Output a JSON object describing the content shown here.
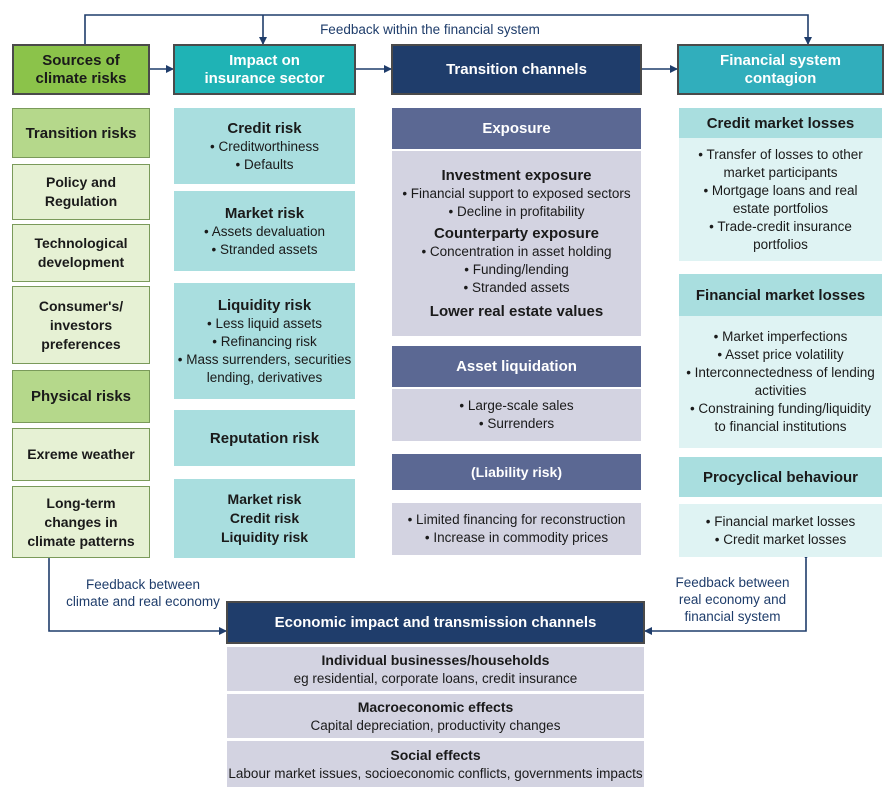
{
  "feedback": {
    "top": "Feedback within the financial system",
    "left": [
      "Feedback between",
      "climate and real economy"
    ],
    "right": [
      "Feedback between",
      "real economy and",
      "financial system"
    ]
  },
  "sources": {
    "header": [
      "Sources of",
      "climate risks"
    ],
    "transition_title": "Transition risks",
    "transition_items": [
      [
        "Policy and",
        "Regulation"
      ],
      [
        "Technological",
        "development"
      ],
      [
        "Consumer's/",
        "investors",
        "preferences"
      ]
    ],
    "physical_title": "Physical risks",
    "physical_items": [
      [
        "Exreme weather"
      ],
      [
        "Long-term",
        "changes in",
        "climate patterns"
      ]
    ]
  },
  "insurance": {
    "header": [
      "Impact on",
      "insurance sector"
    ],
    "credit": {
      "title": "Credit risk",
      "items": [
        "• Creditworthiness",
        "• Defaults"
      ]
    },
    "market": {
      "title": "Market risk",
      "items": [
        "• Assets devaluation",
        "• Stranded assets"
      ]
    },
    "liquidity": {
      "title": "Liquidity risk",
      "items": [
        "• Less liquid assets",
        "• Refinancing risk",
        "• Mass surrenders, securities",
        "lending, derivatives"
      ]
    },
    "reputation": {
      "title": "Reputation risk"
    },
    "combined": [
      "Market risk",
      "Credit risk",
      "Liquidity risk"
    ]
  },
  "transition": {
    "header": "Transition channels",
    "exposure": {
      "title": "Exposure",
      "investment_title": "Investment exposure",
      "investment_items": [
        "• Financial support to exposed sectors",
        "• Decline in profitability"
      ],
      "counterparty_title": "Counterparty exposure",
      "counterparty_items": [
        "• Concentration in asset holding",
        "• Funding/lending",
        "• Stranded assets"
      ],
      "real_estate": "Lower real estate values"
    },
    "liquidation": {
      "title": "Asset liquidation",
      "items": [
        "• Large-scale sales",
        "• Surrenders"
      ]
    },
    "liability": {
      "title": "(Liability risk)",
      "items": [
        "• Limited financing for reconstruction",
        "• Increase in commodity prices"
      ]
    }
  },
  "contagion": {
    "header": [
      "Financial system",
      "contagion"
    ],
    "credit": {
      "title": "Credit market losses",
      "items": [
        "• Transfer of losses to other",
        "market participants",
        "• Mortgage loans and real",
        "estate portfolios",
        "• Trade-credit insurance",
        "portfolios"
      ]
    },
    "financial": {
      "title": "Financial market losses",
      "items": [
        "• Market imperfections",
        "• Asset price volatility",
        "• Interconnectedness of lending",
        "activities",
        "• Constraining funding/liquidity",
        "to financial institutions"
      ]
    },
    "procyclical": {
      "title": "Procyclical behaviour",
      "items": [
        "• Financial market losses",
        "• Credit market losses"
      ]
    }
  },
  "economic": {
    "header": "Economic impact and transmission channels",
    "rows": [
      {
        "title": "Individual businesses/households",
        "desc": "eg residential, corporate loans, credit insurance"
      },
      {
        "title": "Macroeconomic effects",
        "desc": "Capital depreciation, productivity changes"
      },
      {
        "title": "Social effects",
        "desc": "Labour market issues, socioeconomic conflicts, governments impacts"
      }
    ]
  }
}
